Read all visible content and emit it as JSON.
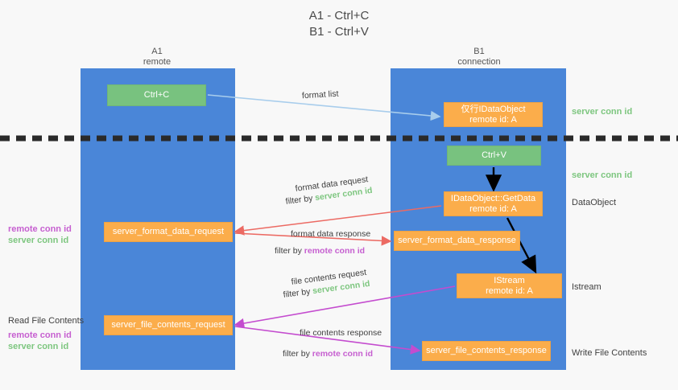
{
  "title": "A1 - Ctrl+C\nB1 - Ctrl+V",
  "columns": [
    {
      "name": "A1",
      "sub": "remote",
      "heading": "A1\nremote"
    },
    {
      "name": "B1",
      "sub": "connection",
      "heading": "B1\nconnection"
    }
  ],
  "boxes": {
    "ctrl_c": "Ctrl+C",
    "ctrl_v": "Ctrl+V",
    "data_object": "仅行IDataObject\nremote id: A",
    "get_data": "IDataObject::GetData\nremote id: A",
    "istream": "IStream\nremote id: A",
    "server_format_data_request": "server_format_data_request",
    "server_format_data_response": "server_format_data_response",
    "server_file_contents_request": "server_file_contents_request",
    "server_file_contents_response": "server_file_contents_response"
  },
  "arrow_labels": {
    "format_list": "format list",
    "format_data_request": "format data request",
    "format_data_request_filter_prefix": "filter by ",
    "format_data_request_filter_value": "server conn id",
    "format_data_response": "format data response",
    "format_data_response_filter_prefix": "filter by ",
    "format_data_response_filter_value": "remote conn id",
    "file_contents_request": "file contents request",
    "file_contents_request_filter_prefix": "filter by ",
    "file_contents_request_filter_value": "server conn id",
    "file_contents_response": "file contents response",
    "file_contents_response_filter_prefix": "filter by ",
    "file_contents_response_filter_value": "remote conn id"
  },
  "side_labels": {
    "server_conn_id_top": "server conn id",
    "server_conn_id_second": "server conn id",
    "data_object": "DataObject",
    "istream": "Istream",
    "write_file_contents": "Write File Contents",
    "read_file_contents": "Read File Contents",
    "remote_conn_id": "remote conn id",
    "server_conn_id": "server conn id"
  },
  "colors": {
    "lane_blue": "#4a86d8",
    "box_green": "#78c27f",
    "box_orange": "#fbad4b",
    "green_text": "#7dc67f",
    "purple_text": "#c65fd0",
    "red_arrow": "#ec6a63",
    "magenta_arrow": "#c44ccf",
    "light_blue_arrow": "#a8cdec",
    "black_arrow": "#000000",
    "divider": "#2a2a2a",
    "background": "#f8f8f8"
  }
}
